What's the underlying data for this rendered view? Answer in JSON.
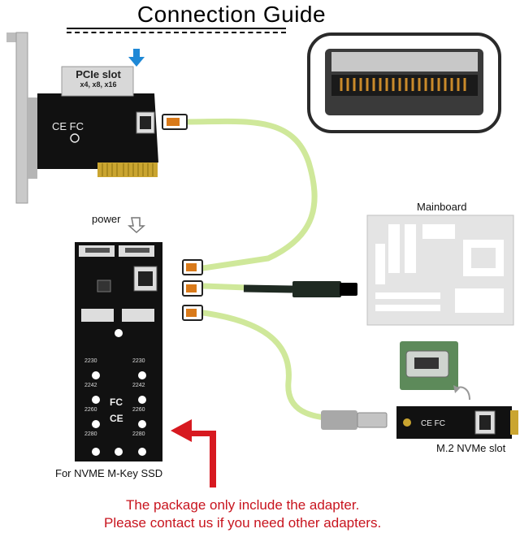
{
  "title": "Connection Guide",
  "pcie_slot": {
    "label": "PCIe slot",
    "sub": "x4, x8, x16"
  },
  "labels": {
    "power": "power",
    "mainboard": "Mainboard",
    "m2_slot": "M.2 NVMe slot",
    "ssd": "For NVME M-Key SSD"
  },
  "notice": {
    "line1": "The package only include the adapter.",
    "line2": "Please contact us if you need other adapters."
  },
  "board_marks": {
    "sizes_left": [
      "2230",
      "2242",
      "2260",
      "2280"
    ],
    "sizes_right": [
      "2230",
      "2242",
      "2260",
      "2280"
    ],
    "ce": "CE",
    "fc": "FC"
  },
  "colors": {
    "cable_green": "#cfe89a",
    "cable_dark": "#1f2a22",
    "pcb": "#111111",
    "bracket": "#c9c9c9",
    "accent_red": "#d71920",
    "arrow_blue": "#1e88d6"
  }
}
